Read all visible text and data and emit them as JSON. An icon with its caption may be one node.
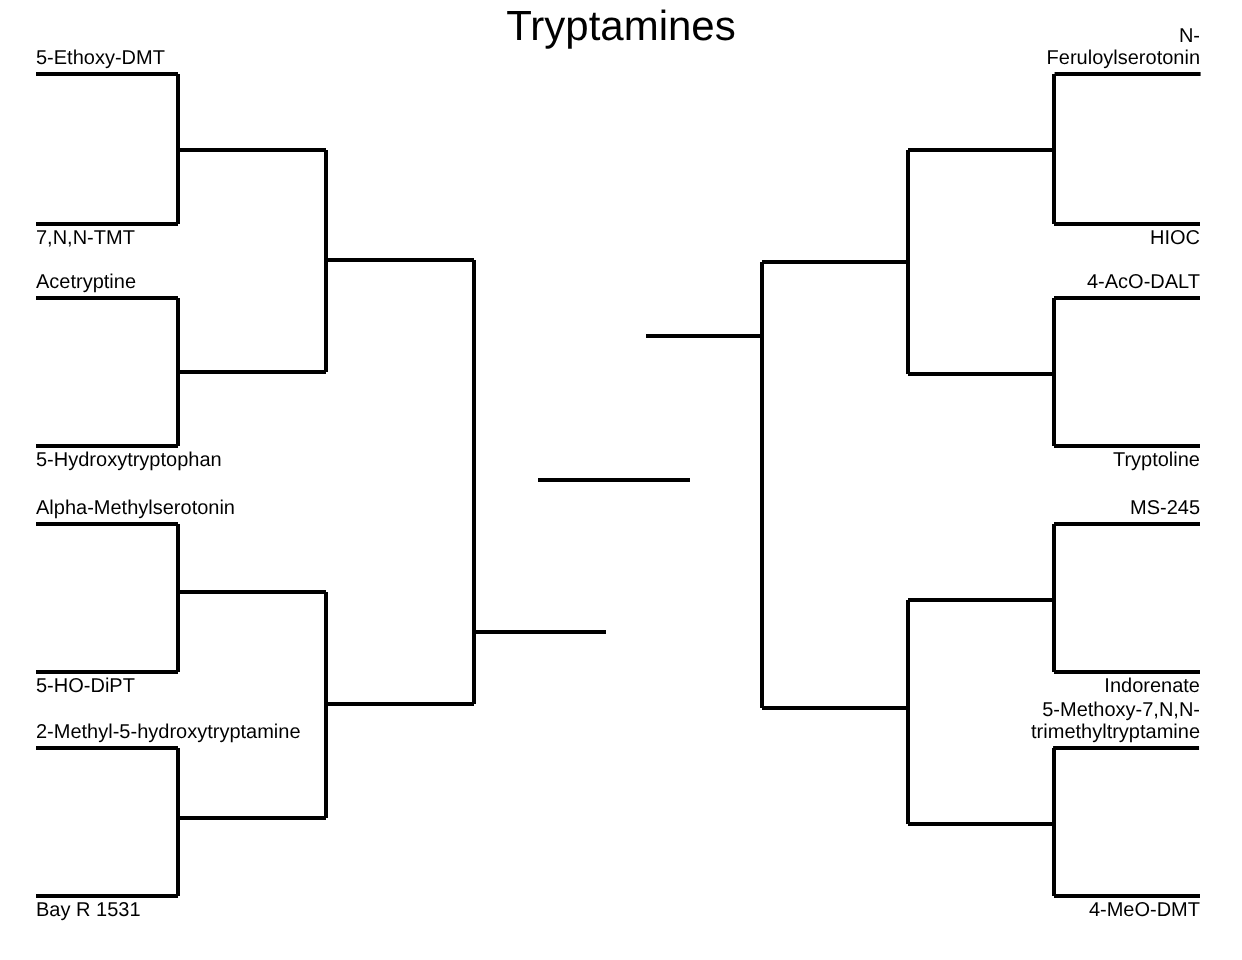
{
  "diagram": {
    "title": "Tryptamines",
    "nodes": [
      {
        "text": [
          "5-Ethoxy-DMT"
        ]
      },
      {
        "text": [
          "7,N,N-TMT"
        ]
      },
      {
        "text": [
          "Acetryptine"
        ]
      },
      {
        "text": [
          "5-Hydroxytryptophan"
        ]
      },
      {
        "text": [
          "Alpha-Methylserotonin"
        ]
      },
      {
        "text": [
          "5-HO-DiPT"
        ]
      },
      {
        "text": [
          "2-Methyl-5-hydroxytryptamine"
        ]
      },
      {
        "text": [
          "Bay R 1531"
        ]
      },
      {
        "text": [
          "N-Feruloylserotonin"
        ]
      },
      {
        "text": [
          "HIOC"
        ]
      },
      {
        "text": [
          "4-AcO-DALT"
        ]
      },
      {
        "text": [
          "Tryptoline"
        ]
      },
      {
        "text": [
          "MS-245"
        ]
      },
      {
        "text": [
          "Indorenate"
        ]
      },
      {
        "text": [
          "5-Methoxy-7,N,N-trimethyltryptamine"
        ]
      },
      {
        "text": [
          "4-MeO-DMT"
        ]
      },
      {
        "text": [],
        "shape": "bar"
      },
      {
        "text": [],
        "shape": "bar"
      },
      {
        "text": [],
        "shape": "bar"
      },
      {
        "text": [],
        "shape": "bar"
      },
      {
        "text": [],
        "shape": "bar"
      },
      {
        "text": [],
        "shape": "bar"
      },
      {
        "text": [],
        "shape": "bar"
      },
      {
        "text": [],
        "shape": "bar"
      },
      {
        "text": [],
        "shape": "bar"
      },
      {
        "text": [],
        "shape": "bar"
      },
      {
        "text": [],
        "shape": "bar"
      },
      {
        "text": [],
        "shape": "bar"
      },
      {
        "text": [],
        "shape": "bar"
      },
      {
        "text": [],
        "shape": "bar"
      },
      {
        "text": [],
        "shape": "bar"
      }
    ],
    "edges": [
      {
        "from": 0,
        "to": 16,
        "arrow": "none"
      },
      {
        "from": 1,
        "to": 16,
        "arrow": "none"
      },
      {
        "from": 2,
        "to": 17,
        "arrow": "none"
      },
      {
        "from": 3,
        "to": 17,
        "arrow": "none"
      },
      {
        "from": 4,
        "to": 18,
        "arrow": "none"
      },
      {
        "from": 5,
        "to": 18,
        "arrow": "none"
      },
      {
        "from": 6,
        "to": 19,
        "arrow": "none"
      },
      {
        "from": 7,
        "to": 19,
        "arrow": "none"
      },
      {
        "from": 16,
        "to": 20,
        "arrow": "none"
      },
      {
        "from": 17,
        "to": 20,
        "arrow": "none"
      },
      {
        "from": 18,
        "to": 21,
        "arrow": "none"
      },
      {
        "from": 19,
        "to": 21,
        "arrow": "none"
      },
      {
        "from": 20,
        "to": 22,
        "arrow": "none"
      },
      {
        "from": 21,
        "to": 22,
        "arrow": "none"
      },
      {
        "from": 8,
        "to": 27,
        "arrow": "none"
      },
      {
        "from": 9,
        "to": 27,
        "arrow": "none"
      },
      {
        "from": 10,
        "to": 28,
        "arrow": "none"
      },
      {
        "from": 11,
        "to": 28,
        "arrow": "none"
      },
      {
        "from": 12,
        "to": 29,
        "arrow": "none"
      },
      {
        "from": 13,
        "to": 29,
        "arrow": "none"
      },
      {
        "from": 14,
        "to": 30,
        "arrow": "none"
      },
      {
        "from": 15,
        "to": 30,
        "arrow": "none"
      },
      {
        "from": 27,
        "to": 25,
        "arrow": "none"
      },
      {
        "from": 28,
        "to": 25,
        "arrow": "none"
      },
      {
        "from": 29,
        "to": 26,
        "arrow": "none"
      },
      {
        "from": 30,
        "to": 26,
        "arrow": "none"
      },
      {
        "from": 25,
        "to": 24,
        "arrow": "none"
      },
      {
        "from": 26,
        "to": 24,
        "arrow": "none"
      }
    ]
  }
}
